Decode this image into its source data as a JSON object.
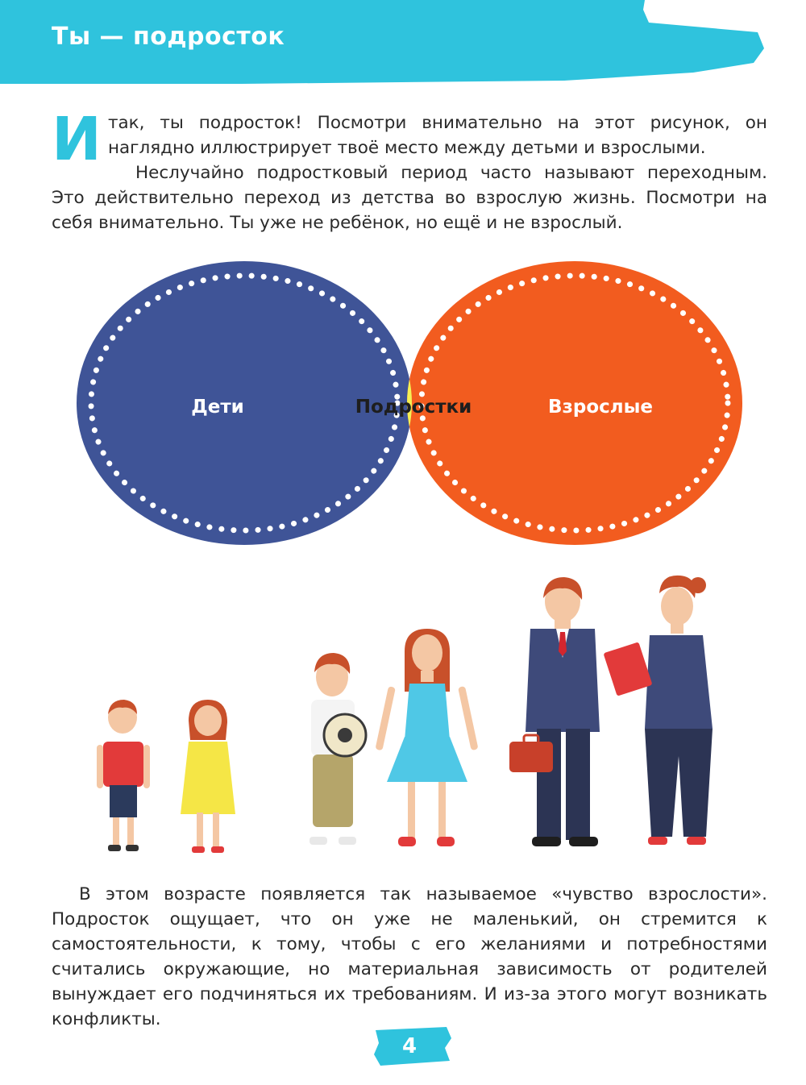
{
  "header": {
    "title": "Ты — подросток",
    "color": "#2fc3dd"
  },
  "intro": {
    "dropcap": "И",
    "paragraph1_rest": "так, ты подросток! Посмотри внимательно на этот рисунок, он наглядно иллюстрирует твоё место между детьми и взрослыми.",
    "paragraph2": "Неслучайно подростковый период часто называют переходным. Это действительно переход из детства во взрослую жизнь. Посмотри на себя внимательно. Ты уже не ребёнок, но ещё и не взрослый."
  },
  "venn": {
    "left_label": "Дети",
    "center_label": "Подростки",
    "right_label": "Взрослые",
    "colors": {
      "left": "#3f5497",
      "right": "#f25c1f",
      "center": "#f6f054"
    }
  },
  "illustration": {
    "figures": [
      "boy-child",
      "girl-child",
      "teen-boy-with-ball",
      "teen-girl",
      "adult-man-with-briefcase",
      "adult-woman-with-book"
    ]
  },
  "body": {
    "paragraph3": "В этом возрасте появляется так называемое «чувство взрослости». Подросток ощущает, что он уже не маленький, он стремится к самостоятельности, к тому, чтобы с его желаниями и потребностями считались окружающие, но материальная зависимость от родителей вынуждает его подчиняться их требованиям. И из-за этого могут возникать конфликты."
  },
  "footer": {
    "page_number": "4"
  }
}
